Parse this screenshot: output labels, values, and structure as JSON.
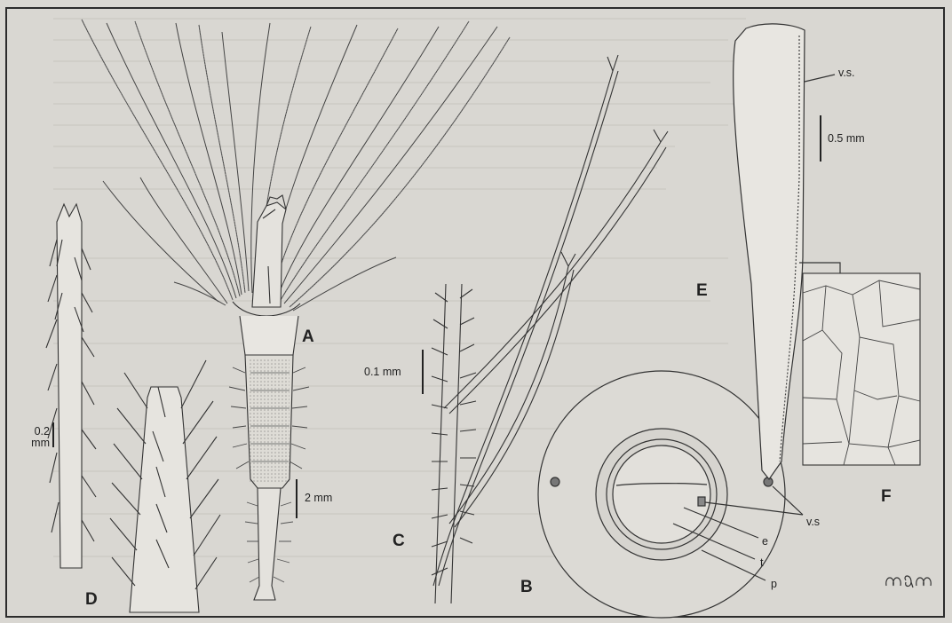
{
  "figure": {
    "panels": {
      "A": "A",
      "B": "B",
      "C": "C",
      "D": "D",
      "E": "E",
      "F": "F"
    },
    "scale_bars": {
      "A": "2 mm",
      "C": "0.1 mm",
      "D": "0.2 mm",
      "E": "0.5 mm"
    },
    "annotations": {
      "E_vs": "v.s.",
      "B_vs": "v.s",
      "B_e": "e",
      "B_t": "t",
      "B_p": "p"
    },
    "signature": "mam"
  }
}
